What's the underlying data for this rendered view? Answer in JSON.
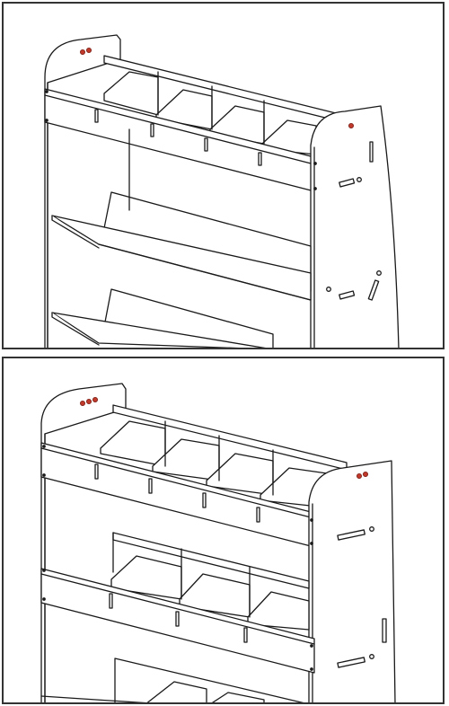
{
  "figure": {
    "panels": [
      {
        "id": "top",
        "view": "shelf-unit-tilted-shelves"
      },
      {
        "id": "bottom",
        "view": "shelf-unit-compartment-shelves"
      }
    ],
    "colors": {
      "line": "#1a1a1a",
      "frame": "#333333",
      "fill": "#ffffff",
      "marker": "#c0392b"
    }
  }
}
